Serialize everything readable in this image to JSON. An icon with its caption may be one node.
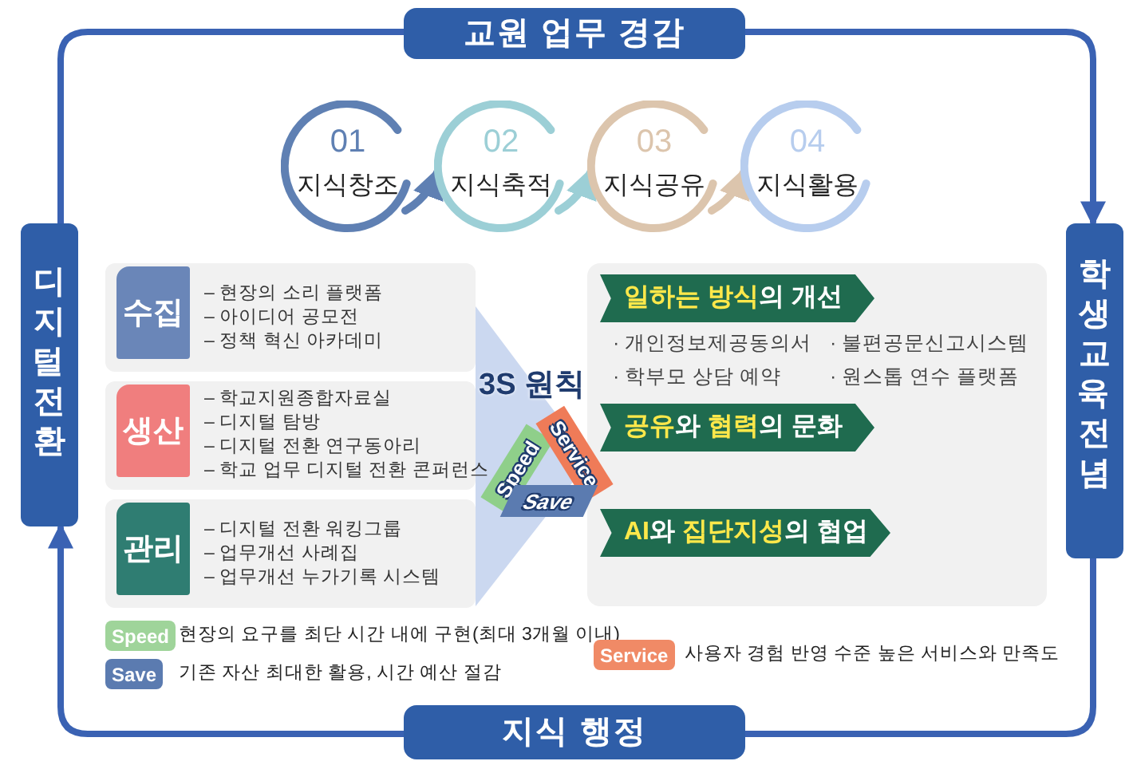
{
  "diagram": {
    "nodes": [
      {
        "text": [
          "교원 업무 경감"
        ]
      },
      {
        "text": [
          "학생교육 전념"
        ]
      },
      {
        "text": [
          "지식 행정"
        ]
      },
      {
        "text": [
          "디지털 전환"
        ]
      },
      {
        "text": [
          "01",
          "지식창조"
        ]
      },
      {
        "text": [
          "02",
          "지식축적"
        ]
      },
      {
        "text": [
          "03",
          "지식공유"
        ]
      },
      {
        "text": [
          "04",
          "지식활용"
        ]
      },
      {
        "text": [
          "수집",
          "– 현장의 소리 플랫폼",
          "– 아이디어 공모전",
          "– 정책 혁신 아카데미"
        ]
      },
      {
        "text": [
          "생산",
          "– 학교지원종합자료실",
          "– 디지털 탐방",
          "– 디지털 전환 연구동아리",
          "– 학교 업무 디지털 전환 콘퍼런스"
        ]
      },
      {
        "text": [
          "관리",
          "– 디지털 전환 워킹그룹",
          "– 업무개선 사례집",
          "– 업무개선 누가기록 시스템"
        ]
      },
      {
        "text": [
          "**일하는 방식**의 개선"
        ],
        "beside": [
          "· 개인정보제공동의서",
          "· 불편공문신고시스템",
          "· 학부모 상담 예약",
          "· 원스톱 연수 플랫폼"
        ]
      },
      {
        "text": [
          "**공유**와 **협력**의 문화"
        ]
      },
      {
        "text": [
          "**AI**와 **집단지성**의 협업"
        ]
      }
    ],
    "edges": [
      {
        "from": 0,
        "to": 1,
        "arrow": "to"
      },
      {
        "from": 1,
        "to": 2,
        "arrow": "none"
      },
      {
        "from": 2,
        "to": 3,
        "arrow": "to"
      },
      {
        "from": 3,
        "to": 0,
        "arrow": "none"
      },
      {
        "from": 4,
        "to": 5,
        "arrow": "to",
        "color": "#5f80b3"
      },
      {
        "from": 5,
        "to": 6,
        "arrow": "to",
        "color": "#9ccfd6"
      },
      {
        "from": 6,
        "to": 7,
        "arrow": "to",
        "color": "#dcc5ad"
      }
    ],
    "labels": [
      "3S 원칙",
      "Speed",
      "Service",
      "Save",
      "Speed",
      "Save",
      "Service"
    ],
    "legend": [
      {
        "text": "현장의 요구를 최단 시간 내에 구현(최대 3개월 이내)",
        "color": "#9fd49a"
      },
      {
        "text": "기존 자산 최대한 활용, 시간 예산 절감",
        "color": "#5b7bb0"
      },
      {
        "text": "사용자 경험 반영 수준 높은 서비스와 만족도",
        "color": "#f08a66"
      }
    ]
  }
}
